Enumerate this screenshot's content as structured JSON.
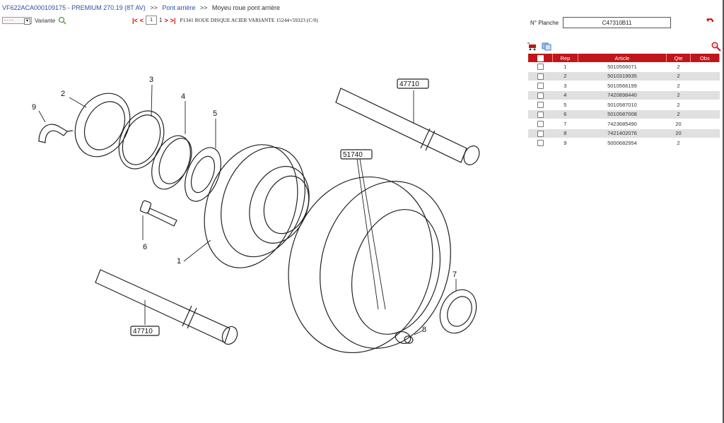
{
  "breadcrumb": {
    "vehicle": "VF622ACA000109175 - PREMIUM 270.19 (8T AV)",
    "sep1": ">>",
    "section": "Pont arrière",
    "sep2": ">>",
    "subsection": "Moyeu roue pont arrière"
  },
  "variant": {
    "select_value": "- - - -",
    "label": "Variante"
  },
  "nav": {
    "first": "|<",
    "prev": "<",
    "page": "1",
    "total": "1",
    "next": ">",
    "last": ">|",
    "title": "P1341 ROUE DISQUE ACIER VARIANTE 15244+59323 (C/0)"
  },
  "planche": {
    "label": "N° Planche",
    "value": "C47310B11"
  },
  "icons": {
    "undo": "undo-icon",
    "cart": "cart-icon",
    "copy": "copy-icon",
    "zoom": "zoom-icon"
  },
  "colors": {
    "accent": "#c0161b",
    "link": "#2a4fa8"
  },
  "table": {
    "headers": [
      "",
      "Rep",
      "Article",
      "Qte",
      "Obs"
    ],
    "rows": [
      {
        "rep": "1",
        "article": "5010566071",
        "qte": "2",
        "obs": ""
      },
      {
        "rep": "2",
        "article": "5010319935",
        "qte": "2",
        "obs": ""
      },
      {
        "rep": "3",
        "article": "5010566199",
        "qte": "2",
        "obs": ""
      },
      {
        "rep": "4",
        "article": "7420898440",
        "qte": "2",
        "obs": ""
      },
      {
        "rep": "5",
        "article": "5010587010",
        "qte": "2",
        "obs": ""
      },
      {
        "rep": "6",
        "article": "5010587008",
        "qte": "2",
        "obs": ""
      },
      {
        "rep": "7",
        "article": "7423685490",
        "qte": "20",
        "obs": ""
      },
      {
        "rep": "8",
        "article": "7421402076",
        "qte": "20",
        "obs": ""
      },
      {
        "rep": "9",
        "article": "5000682954",
        "qte": "2",
        "obs": ""
      }
    ]
  },
  "diagram": {
    "callouts": [
      "1",
      "2",
      "3",
      "4",
      "5",
      "6",
      "7",
      "8",
      "9"
    ],
    "refs": [
      "47710",
      "51740",
      "47710"
    ]
  }
}
